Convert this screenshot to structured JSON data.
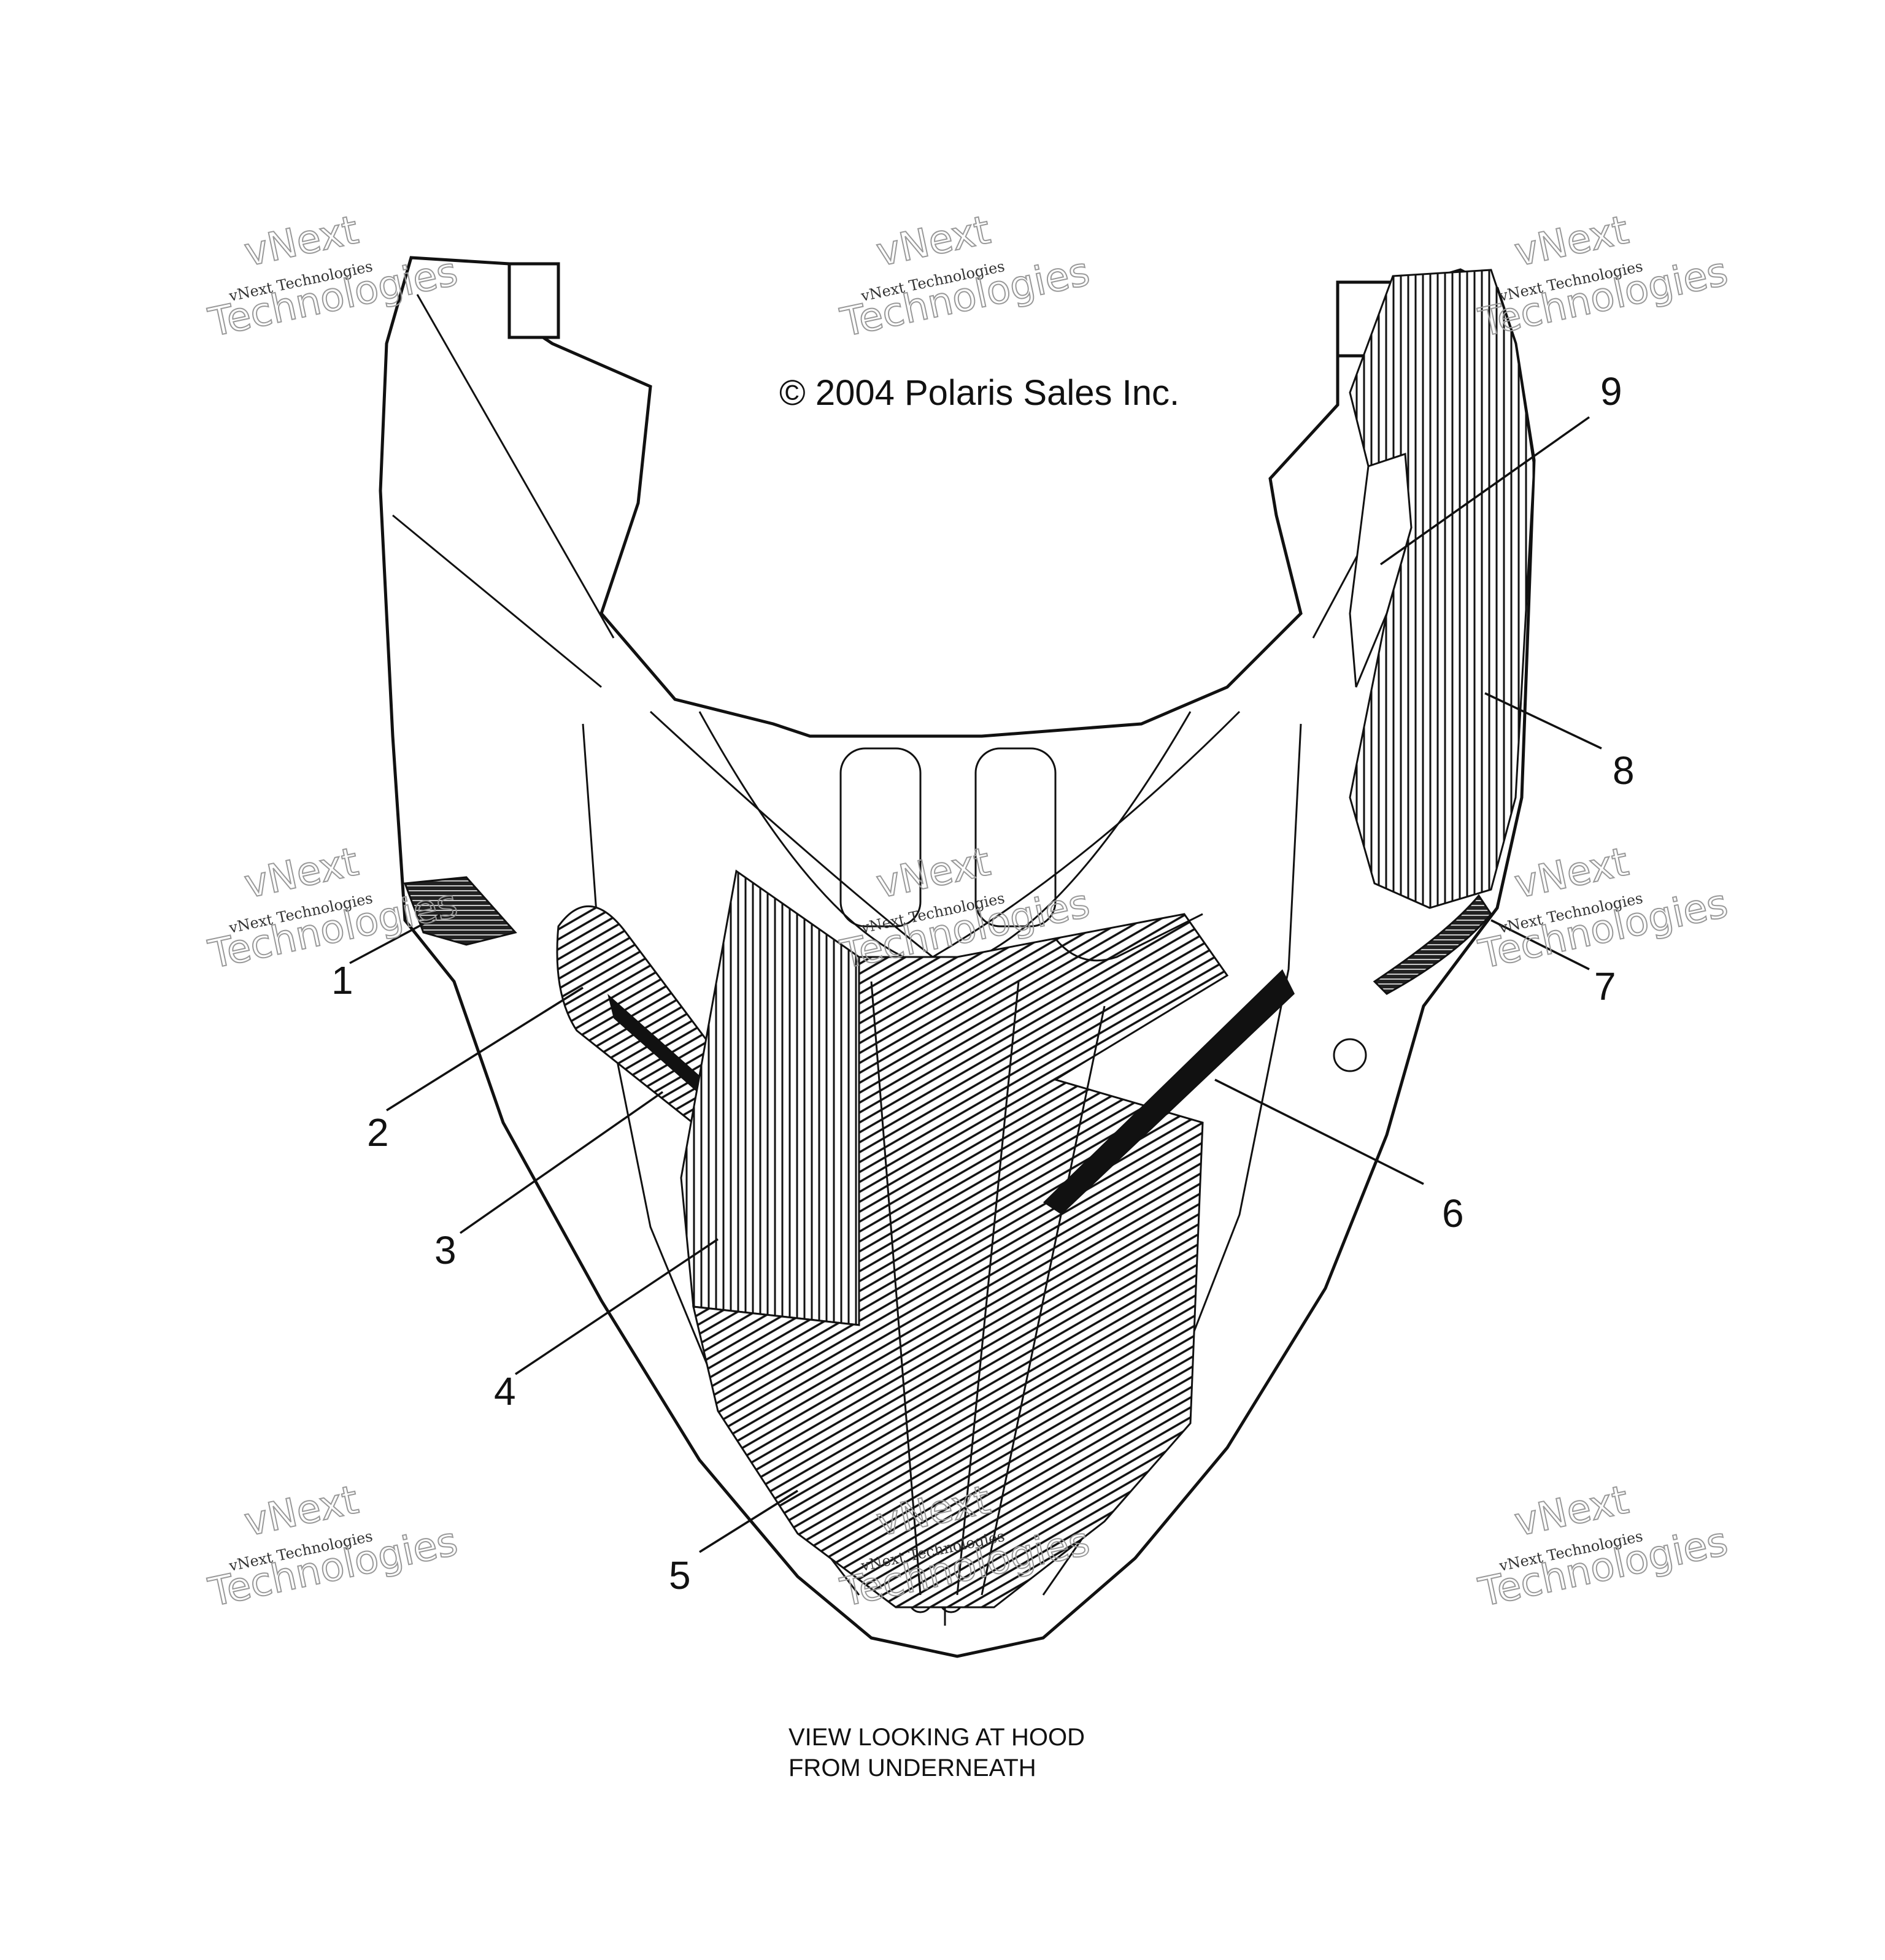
{
  "copyright": "© 2004 Polaris Sales Inc.",
  "caption": {
    "line1": "VIEW LOOKING AT HOOD",
    "line2": "FROM UNDERNEATH"
  },
  "watermark": {
    "small": "vNext Technologies",
    "big1": "vNext",
    "big2": "Technologies"
  },
  "callouts": [
    {
      "label": "1"
    },
    {
      "label": "2"
    },
    {
      "label": "3"
    },
    {
      "label": "4"
    },
    {
      "label": "5"
    },
    {
      "label": "6"
    },
    {
      "label": "7"
    },
    {
      "label": "8"
    },
    {
      "label": "9"
    }
  ]
}
